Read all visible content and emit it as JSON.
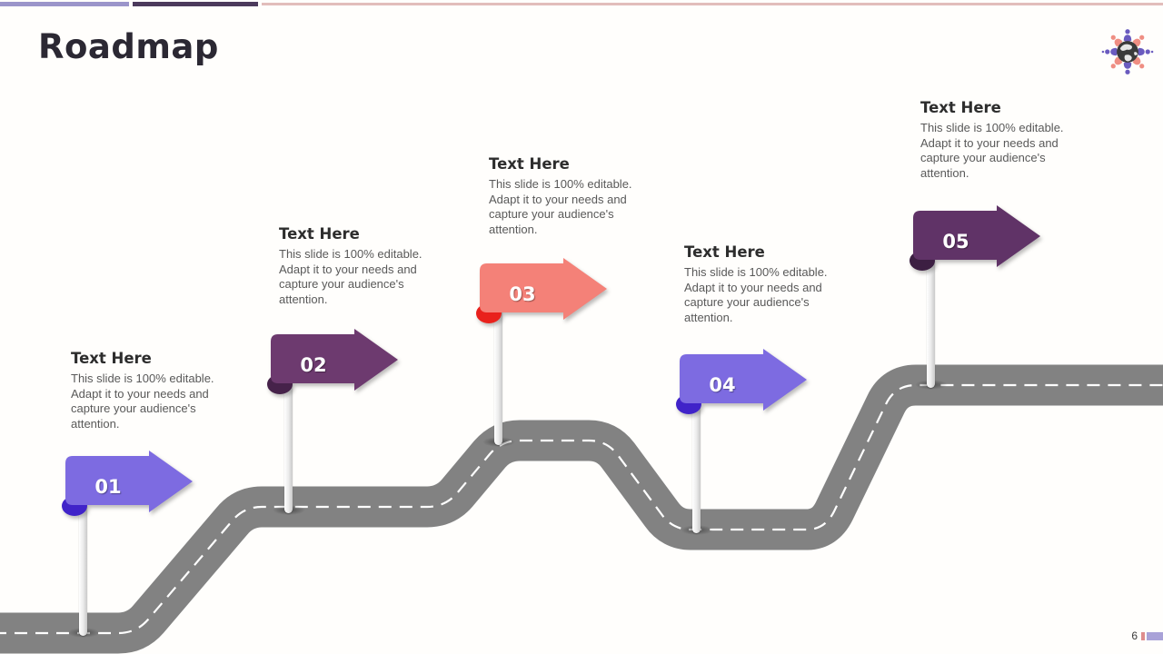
{
  "slide": {
    "title": "Roadmap",
    "page_number": "6"
  },
  "theme": {
    "topbar_colors": {
      "left": "#9b95ca",
      "mid": "#4c3a5c",
      "right": "#e2bdbb"
    },
    "road_color": "#828282",
    "road_dash_color": "#ffffff",
    "footer_tick_pink": "#df8d8d",
    "footer_tick_lavender": "#a9a2d8"
  },
  "logo": {
    "name": "globe-people-logo",
    "globe_color": "#3a3a3a",
    "continent_color": "#e6e6e6",
    "person_purple": "#6a5bbf",
    "person_salmon": "#ef8e83"
  },
  "milestones": [
    {
      "number": "01",
      "heading": "Text Here",
      "body": "This slide is 100% editable. Adapt it to your needs and capture your audience's attention.",
      "arrow_color": "#7d6be1",
      "fold_color": "#4023c9"
    },
    {
      "number": "02",
      "heading": "Text Here",
      "body": "This slide is 100% editable. Adapt it to your needs and capture your audience's attention.",
      "arrow_color": "#6d3a6f",
      "fold_color": "#46224a"
    },
    {
      "number": "03",
      "heading": "Text Here",
      "body": "This slide is 100% editable. Adapt it to your needs and capture your audience's attention.",
      "arrow_color": "#f48178",
      "fold_color": "#e9211c"
    },
    {
      "number": "04",
      "heading": "Text Here",
      "body": "This slide is 100% editable. Adapt it to your needs and capture your audience's attention.",
      "arrow_color": "#7d6be1",
      "fold_color": "#4023c9"
    },
    {
      "number": "05",
      "heading": "Text Here",
      "body": "This slide is 100% editable. Adapt it to your needs and capture your audience's attention.",
      "arrow_color": "#603367",
      "fold_color": "#3c1f42"
    }
  ]
}
